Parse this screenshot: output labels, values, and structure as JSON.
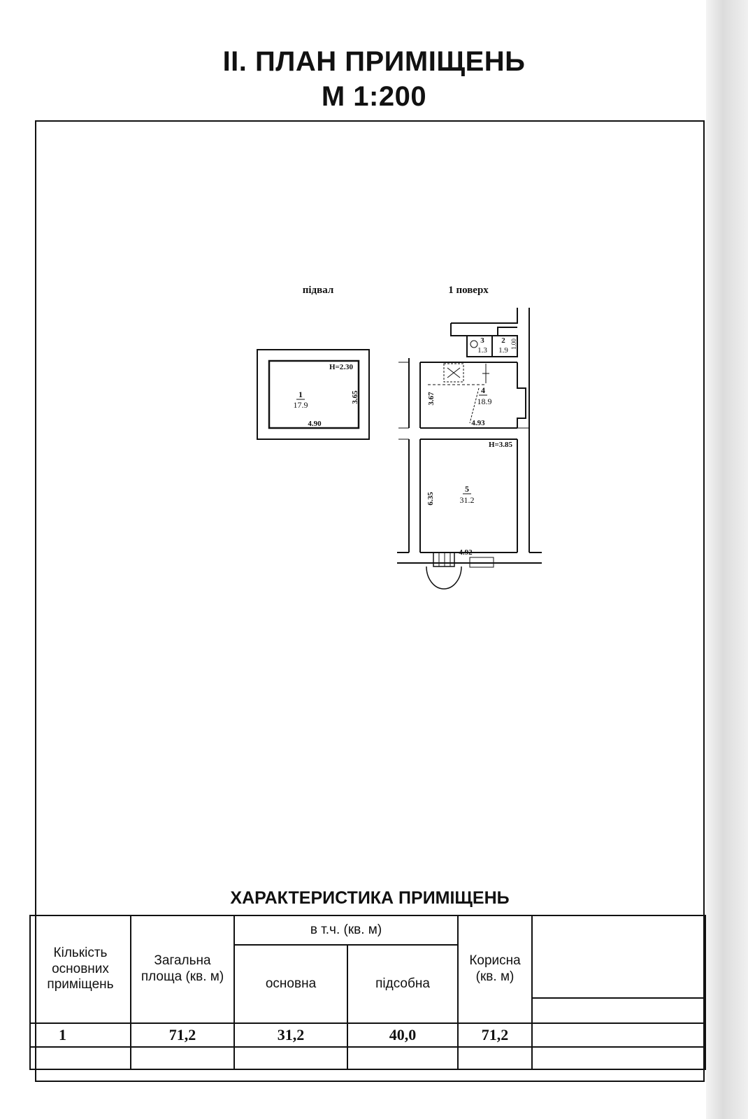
{
  "header": {
    "title": "ІІ. ПЛАН ПРИМІЩЕНЬ",
    "scale": "М 1:200"
  },
  "plan": {
    "basement": {
      "label": "підвал",
      "height_label": "H=2.30",
      "room": {
        "number": "1",
        "area": "17.9",
        "width": "4.90",
        "depth": "3.65"
      }
    },
    "floor1": {
      "label": "1 поверх",
      "height_label": "H=3.85",
      "rooms": [
        {
          "number": "2",
          "area": "1.9",
          "dim": "1.00"
        },
        {
          "number": "3",
          "area": "1.3"
        },
        {
          "number": "4",
          "area": "18.9",
          "width": "4.93",
          "depth": "3.67"
        },
        {
          "number": "5",
          "area": "31.2",
          "width": "4.92",
          "depth": "6.35"
        }
      ]
    }
  },
  "characteristics": {
    "title": "ХАРАКТЕРИСТИКА ПРИМІЩЕНЬ",
    "headers": {
      "count": "Кількість основних приміщень",
      "total": "Загальна площа (кв. м)",
      "incl": "в т.ч. (кв. м)",
      "main": "основна",
      "aux": "підсобна",
      "useful": "Корисна (кв. м)"
    },
    "row": {
      "count": "1",
      "total": "71,2",
      "main": "31,2",
      "aux": "40,0",
      "useful": "71,2"
    }
  }
}
